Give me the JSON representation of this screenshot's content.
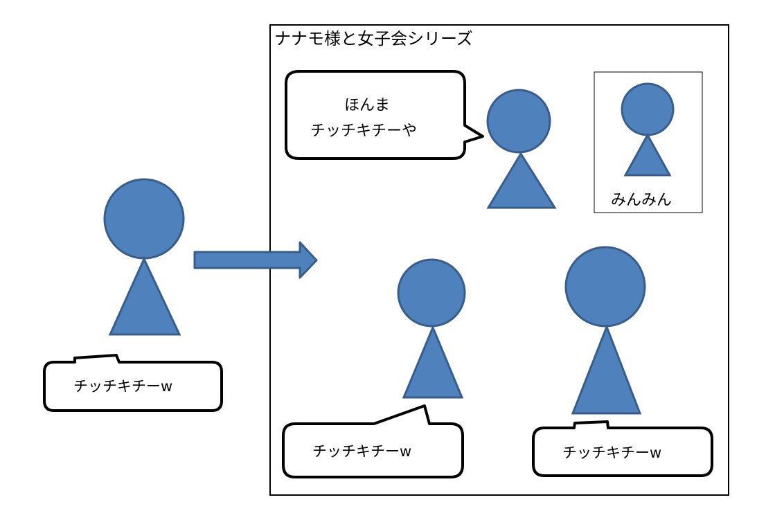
{
  "frame": {
    "title": "ナナモ様と女子会シリーズ"
  },
  "speech": {
    "left_person": "チッチキチーw",
    "top_person_line1": "ほんま",
    "top_person_line2": "チッチキチーや",
    "bottom_middle_person": "チッチキチーw",
    "bottom_right_person": "チッチキチーw"
  },
  "labels": {
    "minmin": "みんみん"
  },
  "colors": {
    "figure_fill": "#4f81bd",
    "figure_stroke": "#385d8a",
    "line": "#000000",
    "background": "#ffffff"
  }
}
